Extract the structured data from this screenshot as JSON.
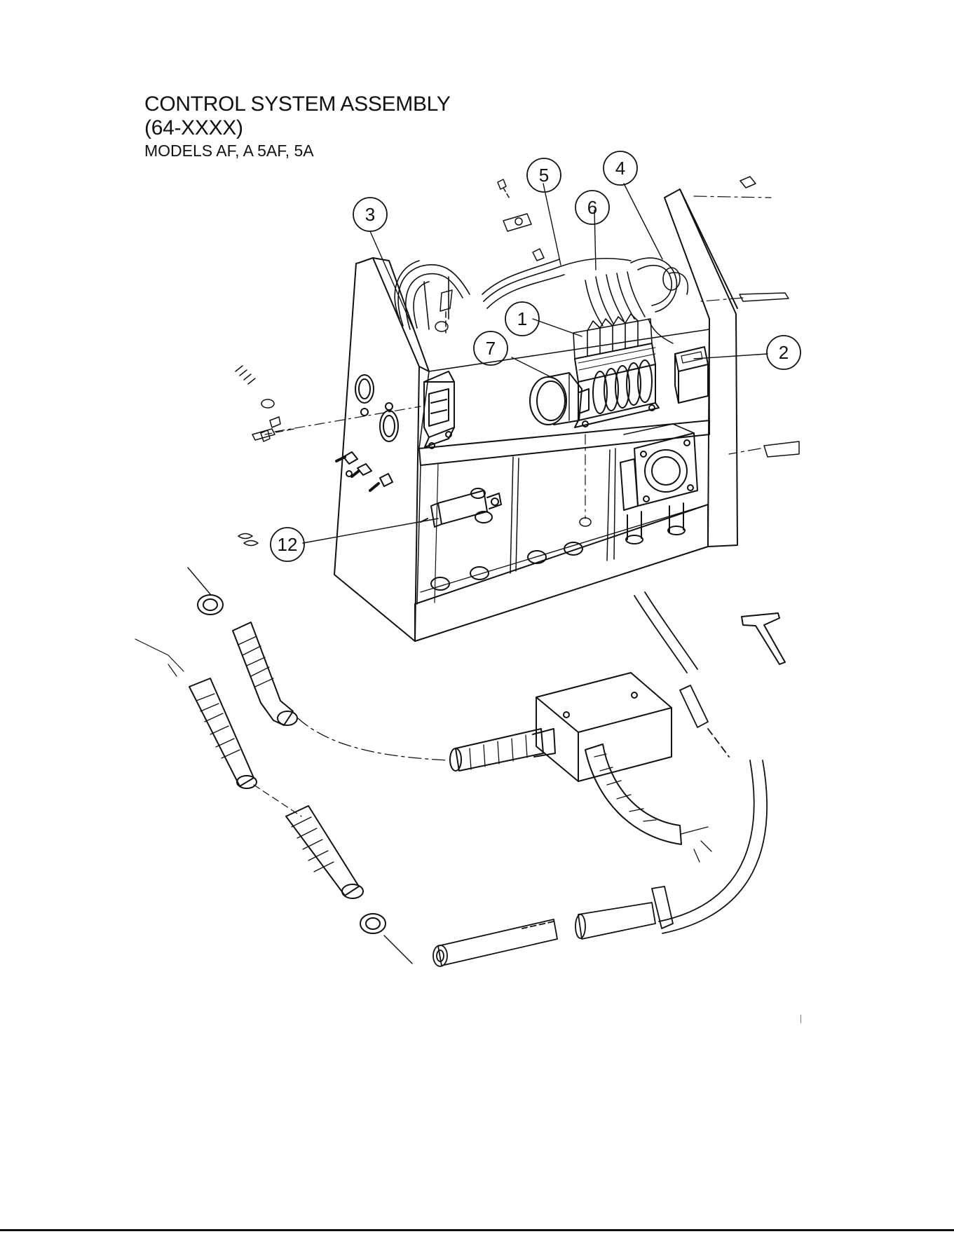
{
  "header": {
    "title": "CONTROL SYSTEM ASSEMBLY",
    "part_number": "(64-XXXX)",
    "models": "MODELS AF, A 5AF, 5A"
  },
  "callouts": [
    {
      "id": "callout-1",
      "label": "1"
    },
    {
      "id": "callout-2",
      "label": "2"
    },
    {
      "id": "callout-3",
      "label": "3"
    },
    {
      "id": "callout-4",
      "label": "4"
    },
    {
      "id": "callout-5",
      "label": "5"
    },
    {
      "id": "callout-6",
      "label": "6"
    },
    {
      "id": "callout-7",
      "label": "7"
    },
    {
      "id": "callout-12",
      "label": "12"
    }
  ],
  "colors": {
    "ink": "#111111",
    "paper": "#ffffff"
  }
}
